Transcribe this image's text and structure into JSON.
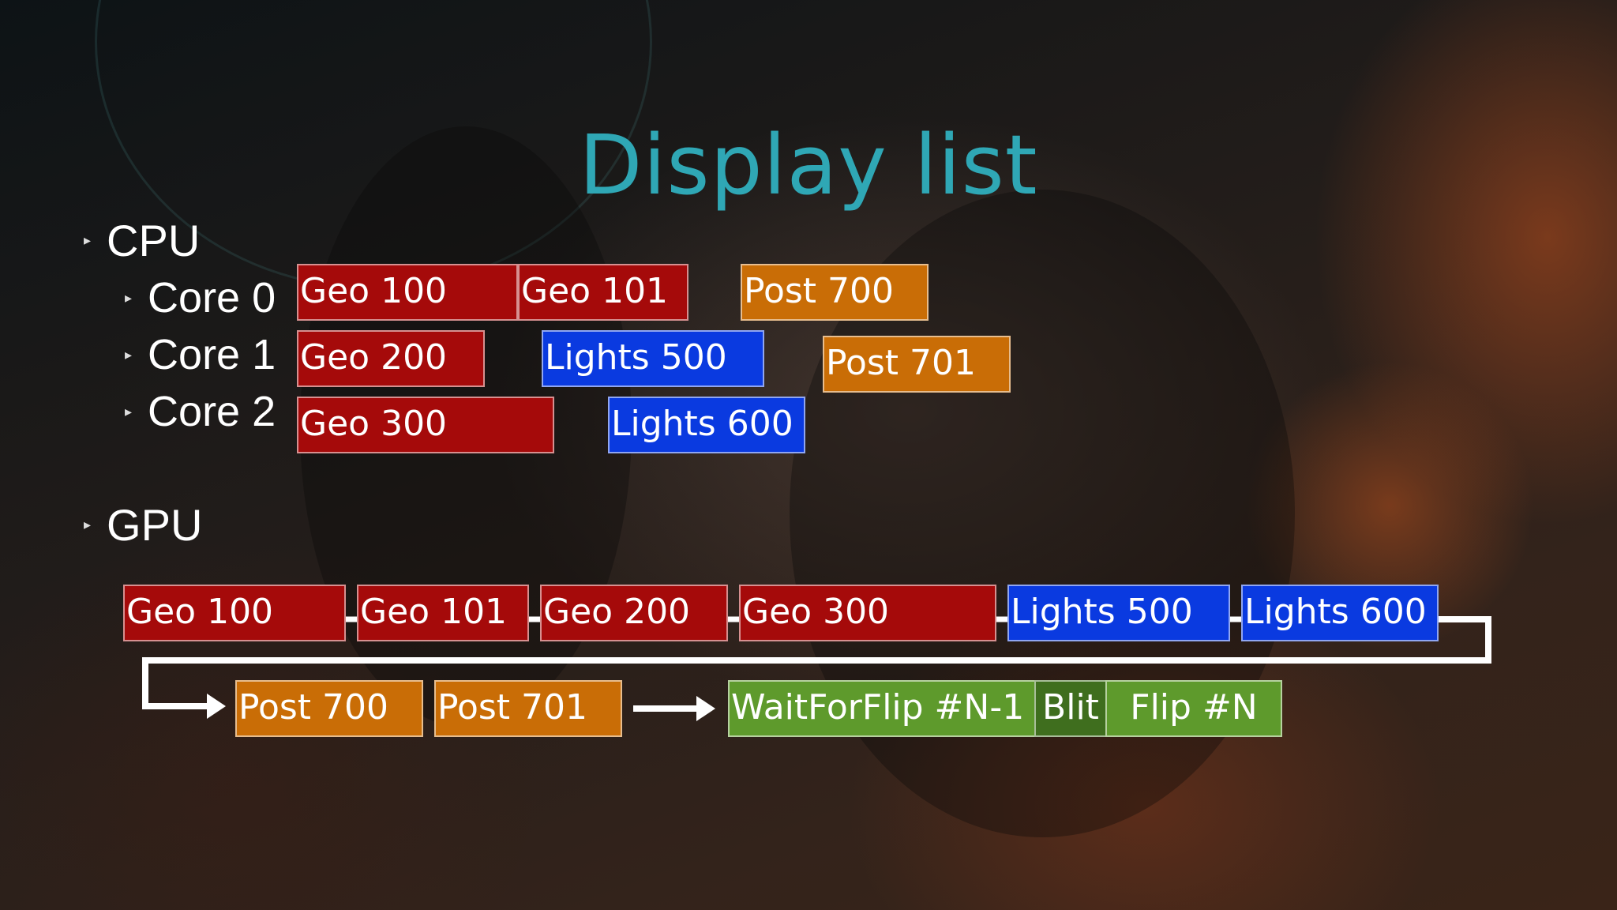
{
  "slide": {
    "title": "Display list",
    "colors": {
      "title": "#2fa7b5",
      "geo": "#a50a0a",
      "lights": "#0a3ae0",
      "post": "#c96d06",
      "wait": "#5e9a2c",
      "blit": "#3f6e1e",
      "connector": "#ffffff"
    },
    "bullets": {
      "cpu_label": "CPU",
      "gpu_label": "GPU",
      "cores": [
        "Core 0",
        "Core 1",
        "Core 2"
      ]
    },
    "cpu_timeline": {
      "core0": [
        "Geo 100",
        "Geo 101",
        "Post 700"
      ],
      "core1": [
        "Geo 200",
        "Lights 500",
        "Post 701"
      ],
      "core2": [
        "Geo 300",
        "Lights 600"
      ]
    },
    "gpu_timeline": {
      "row1": [
        "Geo 100",
        "Geo 101",
        "Geo 200",
        "Geo 300",
        "Lights 500",
        "Lights 600"
      ],
      "row2": [
        "Post 700",
        "Post 701",
        "WaitForFlip #N-1",
        "Blit",
        "Flip #N"
      ]
    }
  }
}
